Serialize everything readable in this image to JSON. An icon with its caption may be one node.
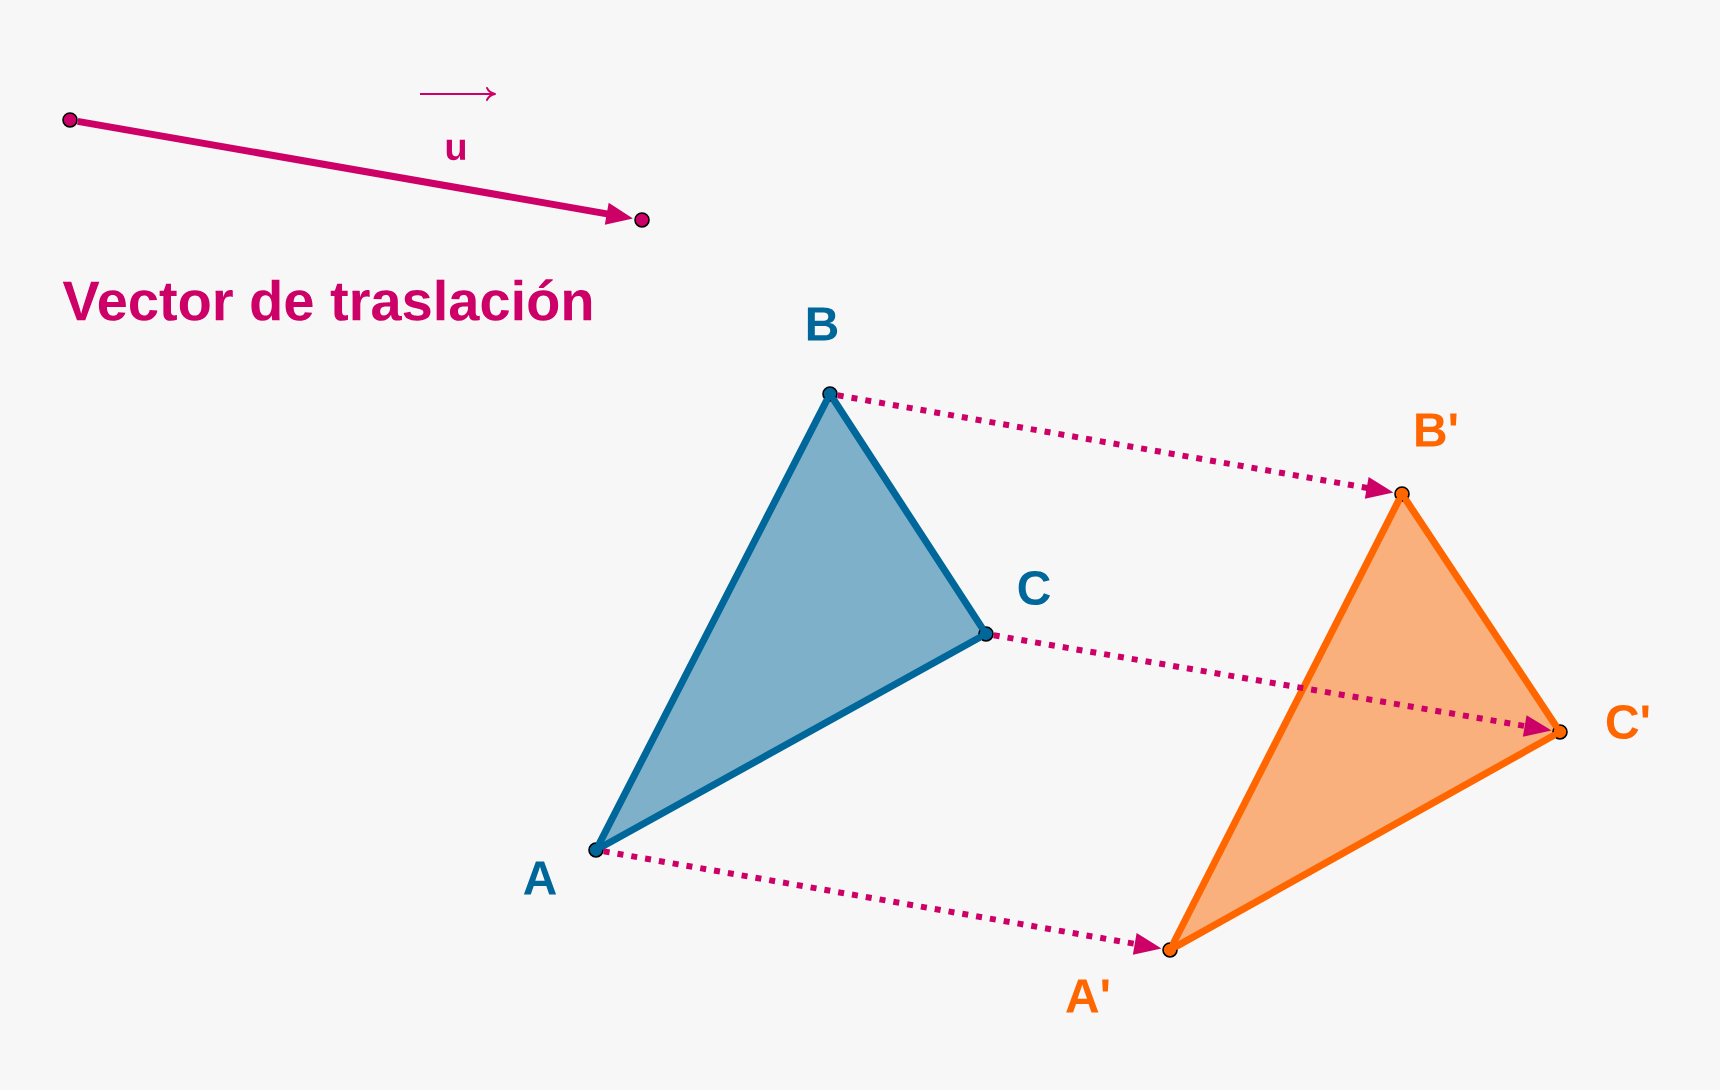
{
  "diagram": {
    "nodes": [
      {
        "text": [],
        "shape": "circle"
      },
      {
        "text": [],
        "shape": "circle"
      },
      {
        "text": [],
        "shape": "circle",
        "beside": [
          "A"
        ]
      },
      {
        "text": [],
        "shape": "circle",
        "beside": [
          "B"
        ]
      },
      {
        "text": [],
        "shape": "circle",
        "beside": [
          "C"
        ]
      },
      {
        "text": [],
        "shape": "circle",
        "beside": [
          "A'"
        ]
      },
      {
        "text": [],
        "shape": "circle",
        "beside": [
          "B'"
        ]
      },
      {
        "text": [],
        "shape": "circle",
        "beside": [
          "C'"
        ]
      }
    ],
    "edges": [
      {
        "from": 0,
        "to": 1,
        "arrow": "to",
        "label": "u",
        "color": "#cc0066"
      },
      {
        "from": 2,
        "to": 3,
        "arrow": "none",
        "color": "#00679a"
      },
      {
        "from": 3,
        "to": 4,
        "arrow": "none",
        "color": "#00679a"
      },
      {
        "from": 4,
        "to": 2,
        "arrow": "none",
        "color": "#00679a"
      },
      {
        "from": 5,
        "to": 6,
        "arrow": "none",
        "color": "#ff6600"
      },
      {
        "from": 6,
        "to": 7,
        "arrow": "none",
        "color": "#ff6600"
      },
      {
        "from": 7,
        "to": 5,
        "arrow": "none",
        "color": "#ff6600"
      },
      {
        "from": 2,
        "to": 5,
        "arrow": "to",
        "style": "dashed",
        "color": "#cc0066"
      },
      {
        "from": 3,
        "to": 6,
        "arrow": "to",
        "style": "dashed",
        "color": "#cc0066"
      },
      {
        "from": 4,
        "to": 7,
        "arrow": "to",
        "style": "dashed",
        "color": "#cc0066"
      }
    ],
    "labels": [
      "Vector de traslación"
    ]
  }
}
